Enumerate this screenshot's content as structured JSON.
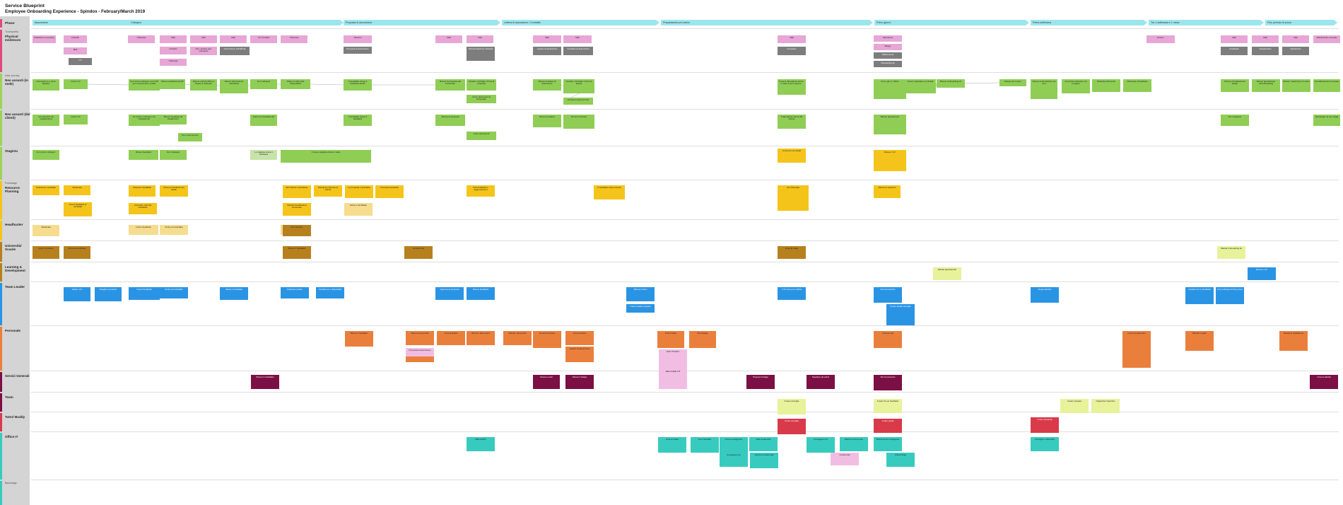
{
  "title": {
    "line1": "Service Blueprint",
    "line2": "Employee Onboarding Experience - Spindox - February/March 2019"
  },
  "lanes": [
    {
      "key": "fase",
      "label": "Phase",
      "sub": "",
      "color": "#e04a7a"
    },
    {
      "key": "physical",
      "label": "Physical evidences",
      "sub": "Touchpoints",
      "color": "#e04a7a"
    },
    {
      "key": "neo_assunti_sede",
      "label": "Neo assunti (in sede)",
      "sub": "User journey",
      "color": "#9bd35a"
    },
    {
      "key": "neo_assunti_clienti",
      "label": "Neo assunti (dal clienti)",
      "sub": "",
      "color": "#9bd35a"
    },
    {
      "key": "stagista",
      "label": "Stagista",
      "sub": "",
      "color": "#9bd35a"
    },
    {
      "key": "resource_planning",
      "label": "Resource Planning",
      "sub": "Frontstage",
      "color": "#f4c41a"
    },
    {
      "key": "headhunter",
      "label": "Headhunter",
      "sub": "",
      "color": "#f4c41a"
    },
    {
      "key": "universita",
      "label": "Università/ Scuole",
      "sub": "",
      "color": "#b7801e"
    },
    {
      "key": "learning",
      "label": "Learning & Development",
      "sub": "",
      "color": "#b7801e"
    },
    {
      "key": "team_leader",
      "label": "Team Leader",
      "sub": "",
      "color": "#2a94e4"
    },
    {
      "key": "personale",
      "label": "Personale",
      "sub": "",
      "color": "#ea7f3c"
    },
    {
      "key": "servizi_generali",
      "label": "Servizi Generali",
      "sub": "",
      "color": "#7c0f43"
    },
    {
      "key": "team",
      "label": "Team",
      "sub": "",
      "color": "#7c0f43"
    },
    {
      "key": "tutor",
      "label": "Tutor/ Buddy",
      "sub": "",
      "color": "#d93a4a"
    },
    {
      "key": "office_it",
      "label": "Office IT",
      "sub": "",
      "color": "#37cbbf"
    },
    {
      "key": "backstage",
      "label": "",
      "sub": "Backstage",
      "color": "#37cbbf"
    }
  ],
  "phases": [
    "Assunzione",
    "Colloquio",
    "Proposta di assunzione",
    "Lettera di assunzione / Contratto",
    "Preparazione pre-arrivo",
    "Primo giorno",
    "Prima settimana",
    "Tra 1 settimana e 1 mese",
    "Fine periodo di prova"
  ],
  "notes": [
    {
      "t": "Piattaforme recruiting",
      "c": "pink"
    },
    {
      "t": "LinkedIn",
      "c": "pink"
    },
    {
      "t": "Mail",
      "c": "pink"
    },
    {
      "t": "CV",
      "c": "gray"
    },
    {
      "t": "Chiamate",
      "c": "pink"
    },
    {
      "t": "Mail",
      "c": "pink"
    },
    {
      "t": "Mail",
      "c": "pink"
    },
    {
      "t": "Mail",
      "c": "pink"
    },
    {
      "t": "CV, Portfolio",
      "c": "pink"
    },
    {
      "t": "Chiamate",
      "c": "pink"
    },
    {
      "t": "LinkedIn",
      "c": "pink"
    },
    {
      "t": "Doc. privacy (per colloquio)",
      "c": "pink"
    },
    {
      "t": "Informazioni sull'offerta",
      "c": "gray"
    },
    {
      "t": "Chiamate",
      "c": "pink"
    },
    {
      "t": "Telefono",
      "c": "pink"
    },
    {
      "t": "Proposta di assunzione",
      "c": "gray"
    },
    {
      "t": "Mail",
      "c": "pink"
    },
    {
      "t": "Mail",
      "c": "pink"
    },
    {
      "t": "Documentazione richiesta",
      "c": "gray"
    },
    {
      "t": "Mail",
      "c": "pink"
    },
    {
      "t": "Mail",
      "c": "pink"
    },
    {
      "t": "Lettera di assunzione",
      "c": "gray"
    },
    {
      "t": "Contratto di assunzione",
      "c": "gray"
    },
    {
      "t": "Mail",
      "c": "pink"
    },
    {
      "t": "Computer",
      "c": "gray"
    },
    {
      "t": "Stampante",
      "c": "pink"
    },
    {
      "t": "Badge",
      "c": "pink"
    },
    {
      "t": "Welcome kit",
      "c": "gray"
    },
    {
      "t": "Onboarding kit",
      "c": "gray"
    },
    {
      "t": "Evento",
      "c": "pink"
    },
    {
      "t": "Mail",
      "c": "pink"
    },
    {
      "t": "Mail",
      "c": "pink"
    },
    {
      "t": "Mail",
      "c": "pink"
    },
    {
      "t": "Ridefinizione annuale",
      "c": "pink"
    },
    {
      "t": "Feedback",
      "c": "gray"
    },
    {
      "t": "Questionario",
      "c": "gray"
    },
    {
      "t": "Valutazione",
      "c": "gray"
    },
    {
      "t": "Cerca lavoro e trova Spindox",
      "c": "green"
    },
    {
      "t": "Invia il CV",
      "c": "green"
    },
    {
      "t": "Fa il primo colloquio con il RP per conoscenza e profilo",
      "c": "green"
    },
    {
      "t": "Riceve feedback da RP",
      "c": "green"
    },
    {
      "t": "Riceve mail da RP per fissare il colloquio",
      "c": "green"
    },
    {
      "t": "Riceve informazioni sull'offerta",
      "c": "green"
    },
    {
      "t": "Fa il colloquio",
      "c": "green"
    },
    {
      "t": "Parla con RP sulla disponibilità",
      "c": "green"
    },
    {
      "t": "Il candidato riceve il feedback da RP",
      "c": "green"
    },
    {
      "t": "Riceve la proposta del Personale",
      "c": "green"
    },
    {
      "t": "Accetta, contratta o firma la proposta",
      "c": "green"
    },
    {
      "t": "Invia i documenti al Personale",
      "c": "green"
    },
    {
      "t": "Riceve la lettera di assunzione",
      "c": "green"
    },
    {
      "t": "Accetta, contratta o firma la lettera",
      "c": "green"
    },
    {
      "t": "Accetta la data di inizio",
      "c": "green"
    },
    {
      "t": "Si sottopone alla visita medica",
      "c": "green"
    },
    {
      "t": "Il nuovo dipendente arriva in sede il primo giorno",
      "c": "green"
    },
    {
      "t": "Fa un giro in ufficio",
      "c": "green"
    },
    {
      "t": "Invia il materiale e contratta",
      "c": "green"
    },
    {
      "t": "Riceve l'onboarding kit",
      "c": "green"
    },
    {
      "t": "Passa con il team",
      "c": "green"
    },
    {
      "t": "Riceve la formazione sui tool",
      "c": "green"
    },
    {
      "t": "Comincia a lavorare sul progetto",
      "c": "green"
    },
    {
      "t": "Partecipa all'evento",
      "c": "green"
    },
    {
      "t": "Partecipa al feedback",
      "c": "green"
    },
    {
      "t": "Riceve il feedback del leader",
      "c": "green"
    },
    {
      "t": "Riceve questionario sull'onboarding",
      "c": "green"
    },
    {
      "t": "Riceve i fascicoli per il team",
      "c": "green"
    },
    {
      "t": "Fa l'allineamento annuale",
      "c": "green"
    },
    {
      "t": "Un annuncio da Headhunting",
      "c": "green"
    },
    {
      "t": "Invia il CV",
      "c": "green"
    },
    {
      "t": "Fa il primo colloquio con l'Headhunter",
      "c": "green"
    },
    {
      "t": "Riceve feedback da Headhunter",
      "c": "green"
    },
    {
      "t": "Fa un test tecnico",
      "c": "green"
    },
    {
      "t": "Parla con l'Headhunter",
      "c": "green"
    },
    {
      "t": "Il candidato riceve il feedback",
      "c": "green"
    },
    {
      "t": "Riceve la proposta",
      "c": "green"
    },
    {
      "t": "Invia i documenti",
      "c": "green"
    },
    {
      "t": "Riceve la lettera",
      "c": "green"
    },
    {
      "t": "Firma il contratto",
      "c": "green"
    },
    {
      "t": "Il dipendente arriva dal cliente",
      "c": "green"
    },
    {
      "t": "Riceve questionario",
      "c": "green"
    },
    {
      "t": "Fa il colloquio",
      "c": "green"
    },
    {
      "t": "Ha bisogno di uno stage",
      "c": "green"
    },
    {
      "t": "Fa il primo colloquio",
      "c": "green"
    },
    {
      "t": "Riceve feedback",
      "c": "green"
    },
    {
      "t": "Fa il colloquio",
      "c": "green"
    },
    {
      "t": "Lo stagista riceve il feedback",
      "c": "lgreen"
    },
    {
      "t": "Il nuovo stagista arriva in sede",
      "c": "green"
    },
    {
      "t": "Annuncio sui canali",
      "c": "yellow"
    },
    {
      "t": "Riceve i CV",
      "c": "yellow"
    },
    {
      "t": "Seleziona i candidati",
      "c": "yellow"
    },
    {
      "t": "Telefonate",
      "c": "yellow"
    },
    {
      "t": "Invia il feedback ai candidati",
      "c": "yellow"
    },
    {
      "t": "Chiama il candidato",
      "c": "yellow"
    },
    {
      "t": "Riceve il feedback del leader",
      "c": "yellow"
    },
    {
      "t": "RP chiama il candidato",
      "c": "yellow"
    },
    {
      "t": "Manda la proposta al cliente",
      "c": "yellow"
    },
    {
      "t": "La proposta è accettata",
      "c": "yellow"
    },
    {
      "t": "Proposta accettata",
      "c": "yellow"
    },
    {
      "t": "Invia feedback e aggiornamenti",
      "c": "yellow"
    },
    {
      "t": "Il candidato viene inserito",
      "c": "yellow"
    },
    {
      "t": "Da Chiamata",
      "c": "yellow"
    },
    {
      "t": "Riceve le selezioni",
      "c": "yellow"
    },
    {
      "t": "Contratto i dati del candidato",
      "c": "yellow"
    },
    {
      "t": "Manda il feedback al Personale",
      "c": "yellow"
    },
    {
      "t": "Scrive il candidato",
      "c": "lyellow"
    },
    {
      "t": "Telefonate",
      "c": "lyellow"
    },
    {
      "t": "Invia il feedback",
      "c": "lyellow"
    },
    {
      "t": "Scrive al candidato",
      "c": "lyellow"
    },
    {
      "t": "Chiama il candidato",
      "c": "lyellow"
    },
    {
      "t": "Fa il tirocinio",
      "c": "brown"
    },
    {
      "t": "Invia il contratto",
      "c": "brown"
    },
    {
      "t": "Scrive al candidato",
      "c": "brown"
    },
    {
      "t": "Riceve il feedback",
      "c": "brown"
    },
    {
      "t": "Fa l'accordo",
      "c": "brown"
    },
    {
      "t": "Invia gli stage",
      "c": "brown"
    },
    {
      "t": "Riceve il feedback",
      "c": "brown"
    },
    {
      "t": "Manda l'onboarding kit",
      "c": "lime"
    },
    {
      "t": "Manda questionario",
      "c": "lime"
    },
    {
      "t": "Riceve i CV",
      "c": "blue"
    },
    {
      "t": "Valuta i CV",
      "c": "blue"
    },
    {
      "t": "Sceglie le persone",
      "c": "blue"
    },
    {
      "t": "Invia il feedback",
      "c": "blue"
    },
    {
      "t": "Scrive al candidato",
      "c": "blue"
    },
    {
      "t": "Valuta il candidato",
      "c": "blue"
    },
    {
      "t": "Colloquio pratico",
      "c": "blue"
    },
    {
      "t": "Contatta se è disponibile",
      "c": "blue"
    },
    {
      "t": "Approva la proposta",
      "c": "blue"
    },
    {
      "t": "Riceve feedback",
      "c": "blue"
    },
    {
      "t": "Riceve il team",
      "c": "blue"
    },
    {
      "t": "Il team leader prepara",
      "c": "blue"
    },
    {
      "t": "Il TL riceve la notifica",
      "c": "blue"
    },
    {
      "t": "Da il benvenuto",
      "c": "blue"
    },
    {
      "t": "Il team leader accoglie",
      "c": "blue"
    },
    {
      "t": "Da gli obiettivi",
      "c": "blue"
    },
    {
      "t": "Il leader ha un feedback",
      "c": "blue"
    },
    {
      "t": "Fa il colloquio di fine prova",
      "c": "blue"
    },
    {
      "t": "Riceve il feedback",
      "c": "orange"
    },
    {
      "t": "Riceve la proposta",
      "c": "orange"
    },
    {
      "t": "Invia la lettera",
      "c": "orange"
    },
    {
      "t": "Riceve i documenti",
      "c": "orange"
    },
    {
      "t": "Manda i documenti",
      "c": "orange"
    },
    {
      "t": "Genera la lettera",
      "c": "orange"
    },
    {
      "t": "Invia la lettera",
      "c": "orange"
    },
    {
      "t": "Lettera di assunzione",
      "c": "orange"
    },
    {
      "t": "Richiede i dati",
      "c": "orange"
    },
    {
      "t": "Invia il ticket",
      "c": "orange"
    },
    {
      "t": "Da il badge",
      "c": "orange"
    },
    {
      "t": "Invia la mail",
      "c": "orange"
    },
    {
      "t": "Invia il questionario",
      "c": "orange"
    },
    {
      "t": "Manda il report",
      "c": "orange"
    },
    {
      "t": "Manda la valutazione",
      "c": "orange"
    },
    {
      "t": "Proposta di assunzione",
      "c": "lpink"
    },
    {
      "t": "DATI TICKET",
      "c": "lpink"
    },
    {
      "t": "WELCOME KIT",
      "c": "lpink"
    },
    {
      "t": "Credenziali",
      "c": "lpink"
    },
    {
      "t": "Riceve il candidato",
      "c": "maroon"
    },
    {
      "t": "Riceve email",
      "c": "maroon"
    },
    {
      "t": "Riceve il badge",
      "c": "maroon"
    },
    {
      "t": "Prepara il badge",
      "c": "maroon"
    },
    {
      "t": "Spedisce gli ordini",
      "c": "maroon"
    },
    {
      "t": "Da il benvenuto",
      "c": "maroon"
    },
    {
      "t": "Crea le attività",
      "c": "maroon"
    },
    {
      "t": "Il team accoglie",
      "c": "lime"
    },
    {
      "t": "Il team ha un feedback",
      "c": "lime"
    },
    {
      "t": "Il team prepara",
      "c": "lime"
    },
    {
      "t": "Organizza l'aperitivo",
      "c": "lime"
    },
    {
      "t": "Il tutor accoglie",
      "c": "red"
    },
    {
      "t": "Il tutor guida",
      "c": "red"
    },
    {
      "t": "Il tutor presenta",
      "c": "red"
    },
    {
      "t": "PRE AUDIT",
      "c": "teal"
    },
    {
      "t": "Invia un ticket",
      "c": "teal"
    },
    {
      "t": "Fa il checklist",
      "c": "teal"
    },
    {
      "t": "Invia a configurare",
      "c": "teal"
    },
    {
      "t": "Dati credenziali",
      "c": "teal"
    },
    {
      "t": "Consegna il pc",
      "c": "teal"
    },
    {
      "t": "Carica le credenziali",
      "c": "teal"
    },
    {
      "t": "Consegna il pc",
      "c": "teal"
    },
    {
      "t": "Welcome Kit pronto",
      "c": "teal"
    },
    {
      "t": "Welcome kit consegnato",
      "c": "teal"
    },
    {
      "t": "Check finale",
      "c": "teal"
    },
    {
      "t": "Configura i dispositivi",
      "c": "teal"
    }
  ]
}
